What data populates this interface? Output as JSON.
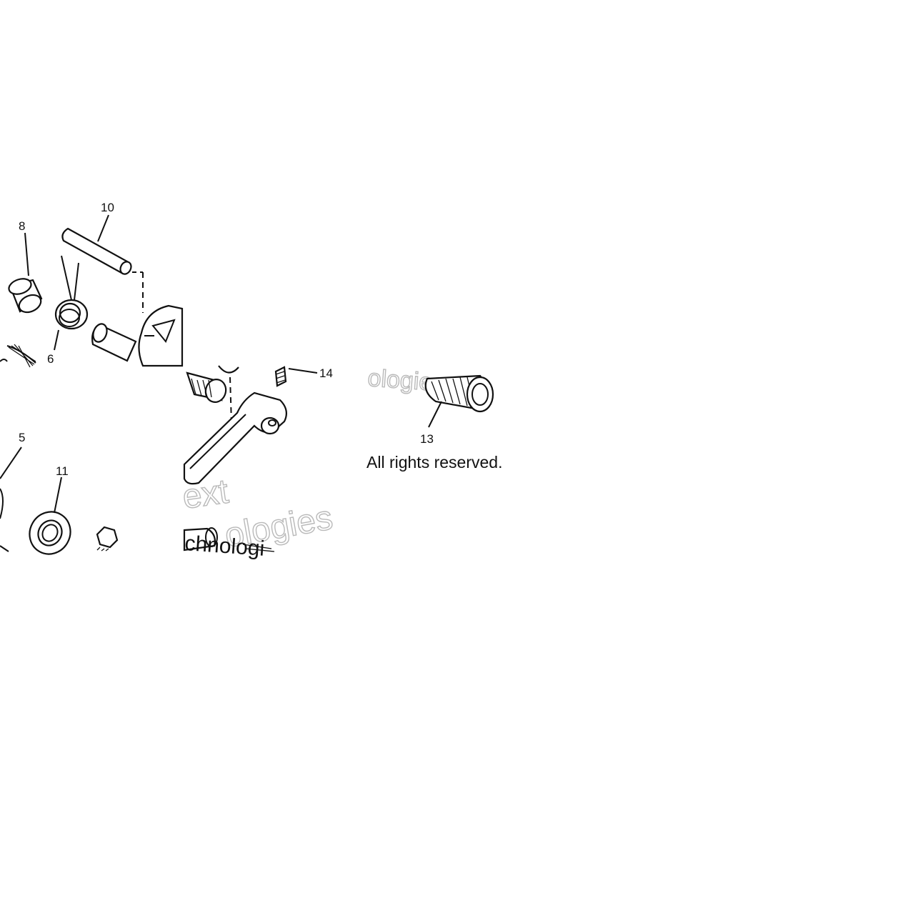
{
  "diagram": {
    "callouts": {
      "p5": "5",
      "p6": "6",
      "p8": "8",
      "p10": "10",
      "p11": "11",
      "p13": "13",
      "p14": "14"
    },
    "copyright": "All rights reserved.",
    "watermark": {
      "w1": "ext",
      "w2": "ologies",
      "w3": "chnologi",
      "w4": "ologies"
    }
  }
}
